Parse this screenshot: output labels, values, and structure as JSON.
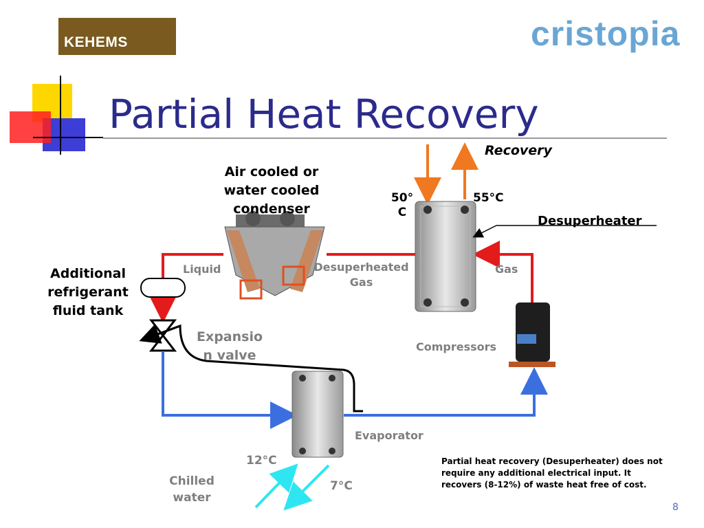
{
  "logos": {
    "left_brand": "KEHEMS",
    "right_brand": "cristopia"
  },
  "title": "Partial Heat Recovery",
  "labels": {
    "recovery": "Recovery",
    "temp_50_line1": "50°",
    "temp_50_line2": "C",
    "temp_55": "55°C",
    "desuperheater": "Desuperheater",
    "condenser_line1": "Air cooled or",
    "condenser_line2": "water cooled",
    "condenser_line3": "condenser",
    "liquid": "Liquid",
    "desuperheated_gas_line1": "Desuperheated",
    "desuperheated_gas_line2": "Gas",
    "gas": "Gas",
    "tank_line1": "Additional",
    "tank_line2": "refrigerant",
    "tank_line3": "fluid tank",
    "expansion_line1": "Expansio",
    "expansion_line2": "n valve",
    "compressors": "Compressors",
    "evaporator": "Evaporator",
    "temp_12": "12°C",
    "temp_7": "7°C",
    "chilled_line1": "Chilled",
    "chilled_line2": "water"
  },
  "note": "Partial heat recovery (Desuperheater) does not require any additional electrical input. It recovers (8-12%) of waste heat free of cost.",
  "page_number": "8",
  "colors": {
    "title": "#2b2b8c",
    "hot_line": "#e31b1b",
    "cold_line": "#3b6fe0",
    "recovery_water": "#f07820",
    "chilled_water": "#2ee6f2",
    "kehems_bg": "#7a5a1e",
    "cristopia": "#6aa6d4"
  }
}
